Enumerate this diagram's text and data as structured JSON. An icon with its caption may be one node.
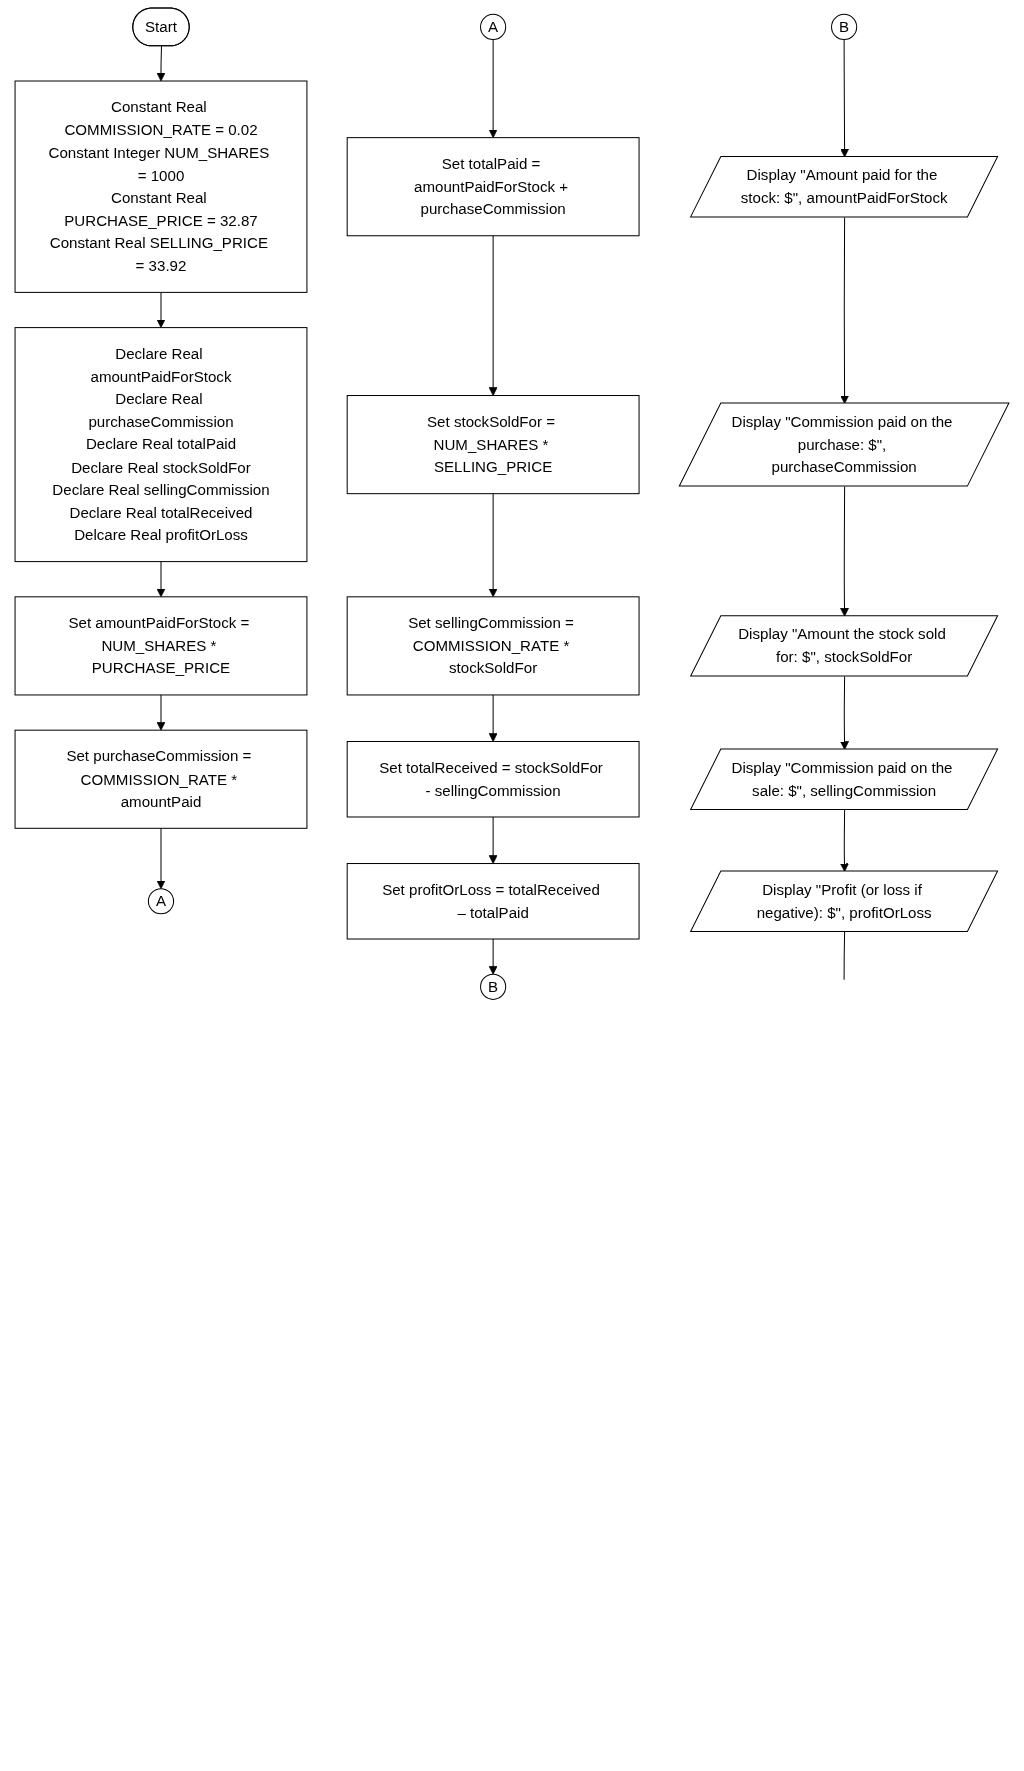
{
  "diagram": {
    "nodes": [
      {
        "text": [
          "Start"
        ]
      },
      {
        "text": [
          "Constant Real COMMISSION_RATE = 0.02",
          "Constant Integer NUM_SHARES = 1000",
          "Constant Real PURCHASE_PRICE = 32.87",
          "Constant Real SELLING_PRICE = 33.92"
        ]
      },
      {
        "text": [
          "Declare Real amountPaidForStock",
          "Declare Real purchaseCommission",
          "Declare Real totalPaid",
          "Declare Real stockSoldFor",
          "Declare Real sellingCommission",
          "Declare Real totalReceived",
          "Delcare Real profitOrLoss"
        ]
      },
      {
        "text": [
          "Set amountPaidForStock = NUM_SHARES * PURCHASE_PRICE"
        ]
      },
      {
        "text": [
          "Set purchaseCommission = COMMISSION_RATE * amountPaid"
        ]
      },
      {
        "text": [
          "A"
        ]
      },
      {
        "text": [
          "A"
        ]
      },
      {
        "text": [
          "Set totalPaid = amountPaidForStock + purchaseCommission"
        ]
      },
      {
        "text": [
          "Set stockSoldFor = NUM_SHARES * SELLING_PRICE"
        ]
      },
      {
        "text": [
          "Set sellingCommission = COMMISSION_RATE * stockSoldFor"
        ]
      },
      {
        "text": [
          "Set totalReceived = stockSoldFor - sellingCommission"
        ]
      },
      {
        "text": [
          "Set profitOrLoss = totalReceived – totalPaid"
        ]
      },
      {
        "text": [
          "B"
        ]
      },
      {
        "text": [
          "B"
        ]
      },
      {
        "text": [
          "Display \"Amount paid for the stock: $\", amountPaidForStock"
        ]
      },
      {
        "text": [
          "Display \"Commission paid on the purchase: $\", purchaseCommission"
        ]
      },
      {
        "text": [
          "Display \"Amount the stock sold for: $\", stockSoldFor"
        ]
      },
      {
        "text": [
          "Display \"Commission paid on the sale: $\", sellingCommission"
        ]
      },
      {
        "text": [
          "Display \"Profit (or loss if negative): $\", profitOrLoss"
        ]
      }
    ],
    "edges": [
      {
        "from": 0,
        "to": 1,
        "arrow": "to"
      },
      {
        "from": 1,
        "to": 2,
        "arrow": "to"
      },
      {
        "from": 2,
        "to": 3,
        "arrow": "to"
      },
      {
        "from": 3,
        "to": 4,
        "arrow": "to"
      },
      {
        "from": 4,
        "to": 5,
        "arrow": "to"
      },
      {
        "from": 6,
        "to": 7,
        "arrow": "to"
      },
      {
        "from": 7,
        "to": 8,
        "arrow": "to"
      },
      {
        "from": 8,
        "to": 9,
        "arrow": "to"
      },
      {
        "from": 9,
        "to": 10,
        "arrow": "to"
      },
      {
        "from": 10,
        "to": 11,
        "arrow": "to"
      },
      {
        "from": 11,
        "to": 12,
        "arrow": "to"
      },
      {
        "from": 13,
        "to": 14,
        "arrow": "to"
      },
      {
        "from": 14,
        "to": 15,
        "arrow": "to"
      },
      {
        "from": 15,
        "to": 16,
        "arrow": "to"
      },
      {
        "from": 16,
        "to": 17,
        "arrow": "to"
      },
      {
        "from": 17,
        "to": 18,
        "arrow": "to"
      },
      {
        "from": 18,
        "to": null,
        "arrow": "none"
      }
    ]
  }
}
